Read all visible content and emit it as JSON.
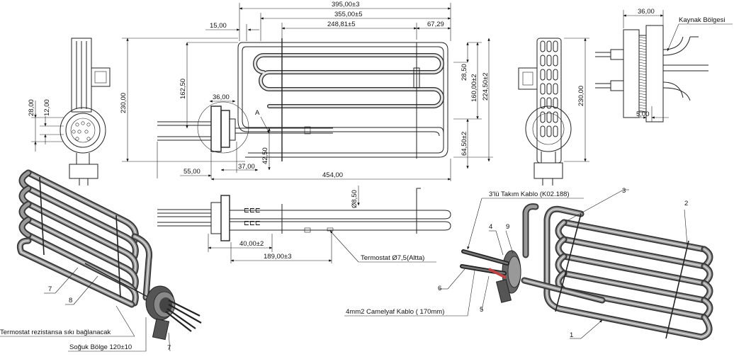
{
  "dimensions": {
    "d395": "395,00±3",
    "d355": "355,00±5",
    "d248": "248,81±5",
    "d67": "67,29",
    "d15": "15,00",
    "d230_left": "230,00",
    "d162": "162,50",
    "d36_front": "36,00",
    "d28": "28,00",
    "d12": "12,00",
    "d28_50": "28,50",
    "d160": "160,00±2",
    "d224": "224,50±2",
    "d64": "64,50±2",
    "d42": "42,50",
    "d55": "55,00",
    "d37": "37,00",
    "d454": "454,00",
    "d8_50": "Ø8,50",
    "d40": "40,00±2",
    "d189": "189,00±3",
    "d230_right": "230,00",
    "d36_side": "36,00",
    "d5": "5,00"
  },
  "labels": {
    "section_a": "A",
    "kaynak": "Kaynak Bölgesi",
    "uclu_kablo": "3'lü Takım Kablo (K02.188)",
    "termostat_top": "Termostat Ø7,5(Altta)",
    "camelyaf": "4mm2 Camelyaf Kablo ( 170mm)",
    "termostat_rez": "Termostat rezistansa sıkı bağlanacak",
    "soguk": "Soğuk Bölge 120±10",
    "n1": "1",
    "n2": "2",
    "n3": "3",
    "n4": "4",
    "n5": "5",
    "n6": "6",
    "n7a": "7",
    "n7b": "7",
    "n8": "8",
    "n9": "9"
  }
}
